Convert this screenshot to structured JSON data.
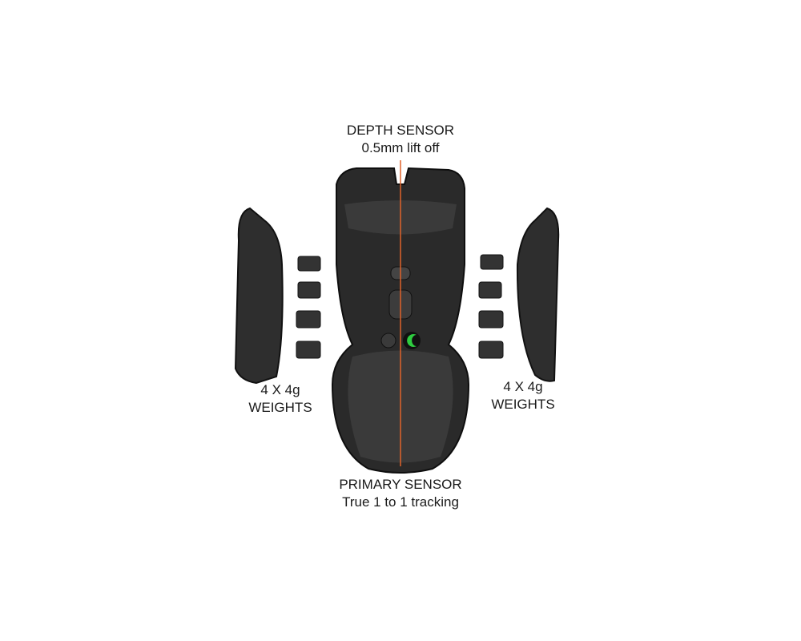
{
  "labels": {
    "depth_sensor": {
      "title": "DEPTH SENSOR",
      "detail": "0.5mm lift off"
    },
    "primary_sensor": {
      "title": "PRIMARY SENSOR",
      "detail": "True 1 to 1 tracking"
    },
    "weights_left": {
      "line1": "4 X 4g",
      "line2": "WEIGHTS"
    },
    "weights_right": {
      "line1": "4 X 4g",
      "line2": "WEIGHTS"
    }
  },
  "colors": {
    "sensor_line": "#e0622a",
    "led": "#2ecc40",
    "body": "#2b2b2b"
  }
}
